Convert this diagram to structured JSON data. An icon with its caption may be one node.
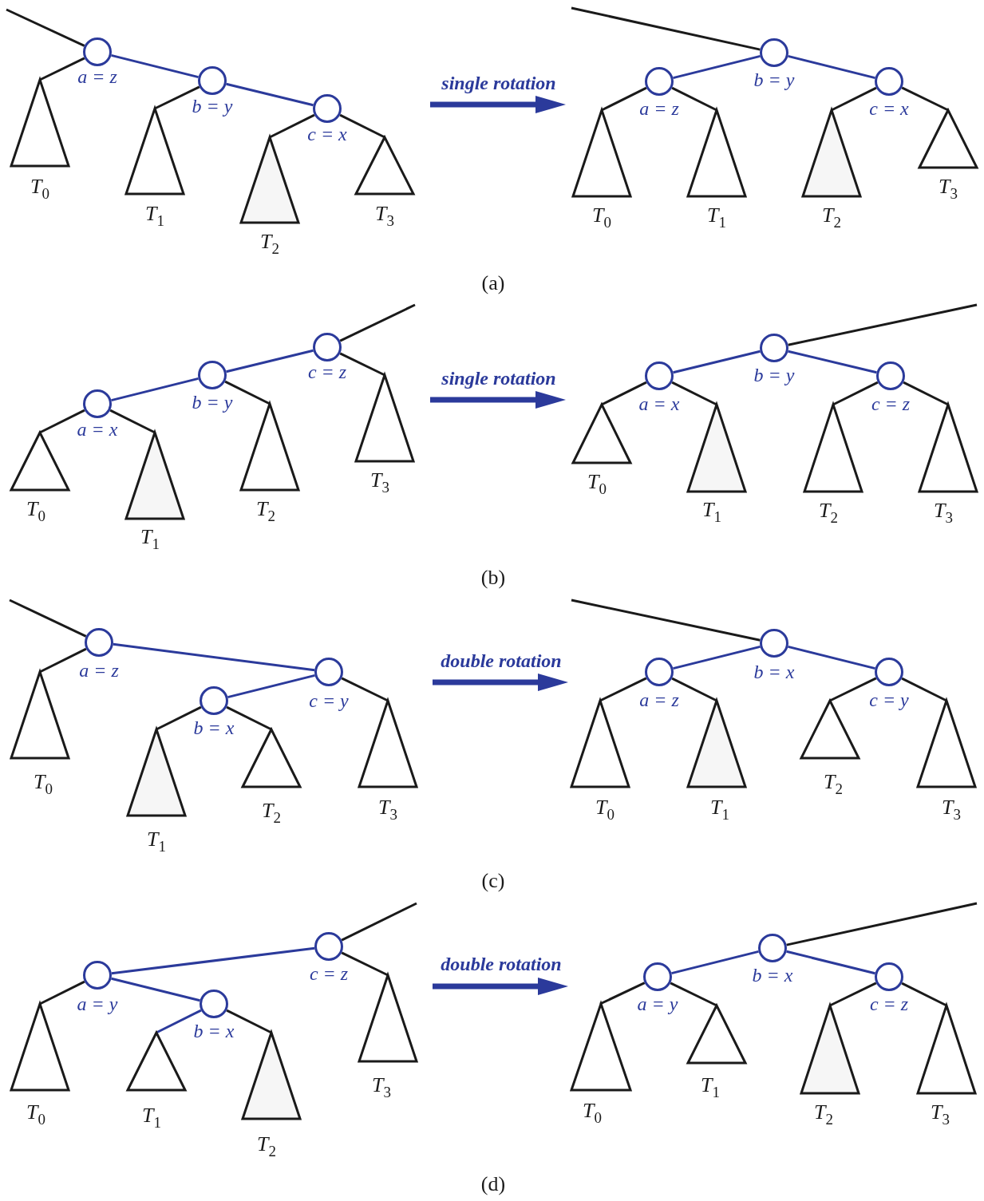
{
  "diagram": {
    "nodes": [
      {
        "text": [],
        "shape": "circle",
        "beside": [
          "a = z"
        ]
      },
      {
        "text": [],
        "shape": "circle",
        "beside": [
          "b = y"
        ]
      },
      {
        "text": [],
        "shape": "circle",
        "beside": [
          "c = x"
        ]
      },
      {
        "text": [],
        "shape": "triangle",
        "beside": [
          "*T*$_{0}$"
        ]
      },
      {
        "text": [],
        "shape": "triangle",
        "beside": [
          "*T*$_{1}$"
        ]
      },
      {
        "text": [],
        "shape": "triangle",
        "beside": [
          "*T*$_{2}$"
        ]
      },
      {
        "text": [],
        "shape": "triangle",
        "beside": [
          "*T*$_{3}$"
        ]
      },
      {
        "text": [],
        "shape": "circle",
        "beside": [
          "a = z"
        ]
      },
      {
        "text": [],
        "shape": "circle",
        "beside": [
          "b = y"
        ]
      },
      {
        "text": [],
        "shape": "circle",
        "beside": [
          "c = x"
        ]
      },
      {
        "text": [],
        "shape": "triangle",
        "beside": [
          "*T*$_{0}$"
        ]
      },
      {
        "text": [],
        "shape": "triangle",
        "beside": [
          "*T*$_{1}$"
        ]
      },
      {
        "text": [],
        "shape": "triangle",
        "beside": [
          "*T*$_{2}$"
        ]
      },
      {
        "text": [],
        "shape": "triangle",
        "beside": [
          "*T*$_{3}$"
        ]
      },
      {
        "text": [],
        "shape": "circle",
        "beside": [
          "a = x"
        ]
      },
      {
        "text": [],
        "shape": "circle",
        "beside": [
          "b = y"
        ]
      },
      {
        "text": [],
        "shape": "circle",
        "beside": [
          "c = z"
        ]
      },
      {
        "text": [],
        "shape": "triangle",
        "beside": [
          "*T*$_{0}$"
        ]
      },
      {
        "text": [],
        "shape": "triangle",
        "beside": [
          "*T*$_{1}$"
        ]
      },
      {
        "text": [],
        "shape": "triangle",
        "beside": [
          "*T*$_{2}$"
        ]
      },
      {
        "text": [],
        "shape": "triangle",
        "beside": [
          "*T*$_{3}$"
        ]
      },
      {
        "text": [],
        "shape": "circle",
        "beside": [
          "a = x"
        ]
      },
      {
        "text": [],
        "shape": "circle",
        "beside": [
          "b = y"
        ]
      },
      {
        "text": [],
        "shape": "circle",
        "beside": [
          "c = z"
        ]
      },
      {
        "text": [],
        "shape": "triangle",
        "beside": [
          "*T*$_{0}$"
        ]
      },
      {
        "text": [],
        "shape": "triangle",
        "beside": [
          "*T*$_{1}$"
        ]
      },
      {
        "text": [],
        "shape": "triangle",
        "beside": [
          "*T*$_{2}$"
        ]
      },
      {
        "text": [],
        "shape": "triangle",
        "beside": [
          "*T*$_{3}$"
        ]
      },
      {
        "text": [],
        "shape": "circle",
        "beside": [
          "a = z"
        ]
      },
      {
        "text": [],
        "shape": "circle",
        "beside": [
          "b = x"
        ]
      },
      {
        "text": [],
        "shape": "circle",
        "beside": [
          "c = y"
        ]
      },
      {
        "text": [],
        "shape": "triangle",
        "beside": [
          "*T*$_{0}$"
        ]
      },
      {
        "text": [],
        "shape": "triangle",
        "beside": [
          "*T*$_{1}$"
        ]
      },
      {
        "text": [],
        "shape": "triangle",
        "beside": [
          "*T*$_{2}$"
        ]
      },
      {
        "text": [],
        "shape": "triangle",
        "beside": [
          "*T*$_{3}$"
        ]
      },
      {
        "text": [],
        "shape": "circle",
        "beside": [
          "a = z"
        ]
      },
      {
        "text": [],
        "shape": "circle",
        "beside": [
          "b = x"
        ]
      },
      {
        "text": [],
        "shape": "circle",
        "beside": [
          "c = y"
        ]
      },
      {
        "text": [],
        "shape": "triangle",
        "beside": [
          "*T*$_{0}$"
        ]
      },
      {
        "text": [],
        "shape": "triangle",
        "beside": [
          "*T*$_{1}$"
        ]
      },
      {
        "text": [],
        "shape": "triangle",
        "beside": [
          "*T*$_{2}$"
        ]
      },
      {
        "text": [],
        "shape": "triangle",
        "beside": [
          "*T*$_{3}$"
        ]
      },
      {
        "text": [],
        "shape": "circle",
        "beside": [
          "a = y"
        ]
      },
      {
        "text": [],
        "shape": "circle",
        "beside": [
          "b = x"
        ]
      },
      {
        "text": [],
        "shape": "circle",
        "beside": [
          "c = z"
        ]
      },
      {
        "text": [],
        "shape": "triangle",
        "beside": [
          "*T*$_{0}$"
        ]
      },
      {
        "text": [],
        "shape": "triangle",
        "beside": [
          "*T*$_{1}$"
        ]
      },
      {
        "text": [],
        "shape": "triangle",
        "beside": [
          "*T*$_{2}$"
        ]
      },
      {
        "text": [],
        "shape": "triangle",
        "beside": [
          "*T*$_{3}$"
        ]
      },
      {
        "text": [],
        "shape": "circle",
        "beside": [
          "a = y"
        ]
      },
      {
        "text": [],
        "shape": "circle",
        "beside": [
          "b = x"
        ]
      },
      {
        "text": [],
        "shape": "circle",
        "beside": [
          "c = z"
        ]
      },
      {
        "text": [],
        "shape": "triangle",
        "beside": [
          "*T*$_{0}$"
        ]
      },
      {
        "text": [],
        "shape": "triangle",
        "beside": [
          "*T*$_{1}$"
        ]
      },
      {
        "text": [],
        "shape": "triangle",
        "beside": [
          "*T*$_{2}$"
        ]
      },
      {
        "text": [],
        "shape": "triangle",
        "beside": [
          "*T*$_{3}$"
        ]
      }
    ],
    "edges": [
      {
        "from": null,
        "to": 0,
        "arrow": "none"
      },
      {
        "from": 0,
        "to": 3,
        "arrow": "none"
      },
      {
        "from": 0,
        "to": 1,
        "arrow": "none",
        "color": "#2b3a9b"
      },
      {
        "from": 1,
        "to": 4,
        "arrow": "none"
      },
      {
        "from": 1,
        "to": 2,
        "arrow": "none",
        "color": "#2b3a9b"
      },
      {
        "from": 2,
        "to": 5,
        "arrow": "none"
      },
      {
        "from": 2,
        "to": 6,
        "arrow": "none"
      },
      {
        "from": null,
        "to": 8,
        "arrow": "none"
      },
      {
        "from": 8,
        "to": 7,
        "arrow": "none",
        "color": "#2b3a9b"
      },
      {
        "from": 8,
        "to": 9,
        "arrow": "none",
        "color": "#2b3a9b"
      },
      {
        "from": 7,
        "to": 10,
        "arrow": "none"
      },
      {
        "from": 7,
        "to": 11,
        "arrow": "none"
      },
      {
        "from": 9,
        "to": 12,
        "arrow": "none"
      },
      {
        "from": 9,
        "to": 13,
        "arrow": "none"
      },
      {
        "from": null,
        "to": 16,
        "arrow": "none"
      },
      {
        "from": 16,
        "to": 15,
        "arrow": "none",
        "color": "#2b3a9b"
      },
      {
        "from": 15,
        "to": 14,
        "arrow": "none",
        "color": "#2b3a9b"
      },
      {
        "from": 14,
        "to": 17,
        "arrow": "none"
      },
      {
        "from": 14,
        "to": 18,
        "arrow": "none"
      },
      {
        "from": 15,
        "to": 19,
        "arrow": "none"
      },
      {
        "from": 16,
        "to": 20,
        "arrow": "none"
      },
      {
        "from": null,
        "to": 22,
        "arrow": "none"
      },
      {
        "from": 22,
        "to": 21,
        "arrow": "none",
        "color": "#2b3a9b"
      },
      {
        "from": 22,
        "to": 23,
        "arrow": "none",
        "color": "#2b3a9b"
      },
      {
        "from": 21,
        "to": 24,
        "arrow": "none"
      },
      {
        "from": 21,
        "to": 25,
        "arrow": "none"
      },
      {
        "from": 23,
        "to": 26,
        "arrow": "none"
      },
      {
        "from": 23,
        "to": 27,
        "arrow": "none"
      },
      {
        "from": null,
        "to": 28,
        "arrow": "none"
      },
      {
        "from": 28,
        "to": 31,
        "arrow": "none"
      },
      {
        "from": 28,
        "to": 30,
        "arrow": "none",
        "color": "#2b3a9b"
      },
      {
        "from": 30,
        "to": 29,
        "arrow": "none",
        "color": "#2b3a9b"
      },
      {
        "from": 29,
        "to": 32,
        "arrow": "none"
      },
      {
        "from": 29,
        "to": 33,
        "arrow": "none"
      },
      {
        "from": 30,
        "to": 34,
        "arrow": "none"
      },
      {
        "from": null,
        "to": 36,
        "arrow": "none"
      },
      {
        "from": 36,
        "to": 35,
        "arrow": "none",
        "color": "#2b3a9b"
      },
      {
        "from": 36,
        "to": 37,
        "arrow": "none",
        "color": "#2b3a9b"
      },
      {
        "from": 35,
        "to": 38,
        "arrow": "none"
      },
      {
        "from": 35,
        "to": 39,
        "arrow": "none"
      },
      {
        "from": 37,
        "to": 40,
        "arrow": "none"
      },
      {
        "from": 37,
        "to": 41,
        "arrow": "none"
      },
      {
        "from": null,
        "to": 44,
        "arrow": "none"
      },
      {
        "from": 44,
        "to": 42,
        "arrow": "none",
        "color": "#2b3a9b"
      },
      {
        "from": 42,
        "to": 45,
        "arrow": "none"
      },
      {
        "from": 42,
        "to": 43,
        "arrow": "none",
        "color": "#2b3a9b"
      },
      {
        "from": 43,
        "to": 46,
        "arrow": "none",
        "color": "#2b3a9b"
      },
      {
        "from": 43,
        "to": 47,
        "arrow": "none"
      },
      {
        "from": 44,
        "to": 48,
        "arrow": "none"
      },
      {
        "from": null,
        "to": 50,
        "arrow": "none"
      },
      {
        "from": 50,
        "to": 49,
        "arrow": "none",
        "color": "#2b3a9b"
      },
      {
        "from": 50,
        "to": 51,
        "arrow": "none",
        "color": "#2b3a9b"
      },
      {
        "from": 49,
        "to": 52,
        "arrow": "none"
      },
      {
        "from": 49,
        "to": 53,
        "arrow": "none"
      },
      {
        "from": 51,
        "to": 54,
        "arrow": "none"
      },
      {
        "from": 51,
        "to": 55,
        "arrow": "none"
      }
    ],
    "labels": [
      "single rotation",
      "(a)",
      "single rotation",
      "(b)",
      "double rotation",
      "(c)",
      "double rotation",
      "(d)"
    ]
  }
}
